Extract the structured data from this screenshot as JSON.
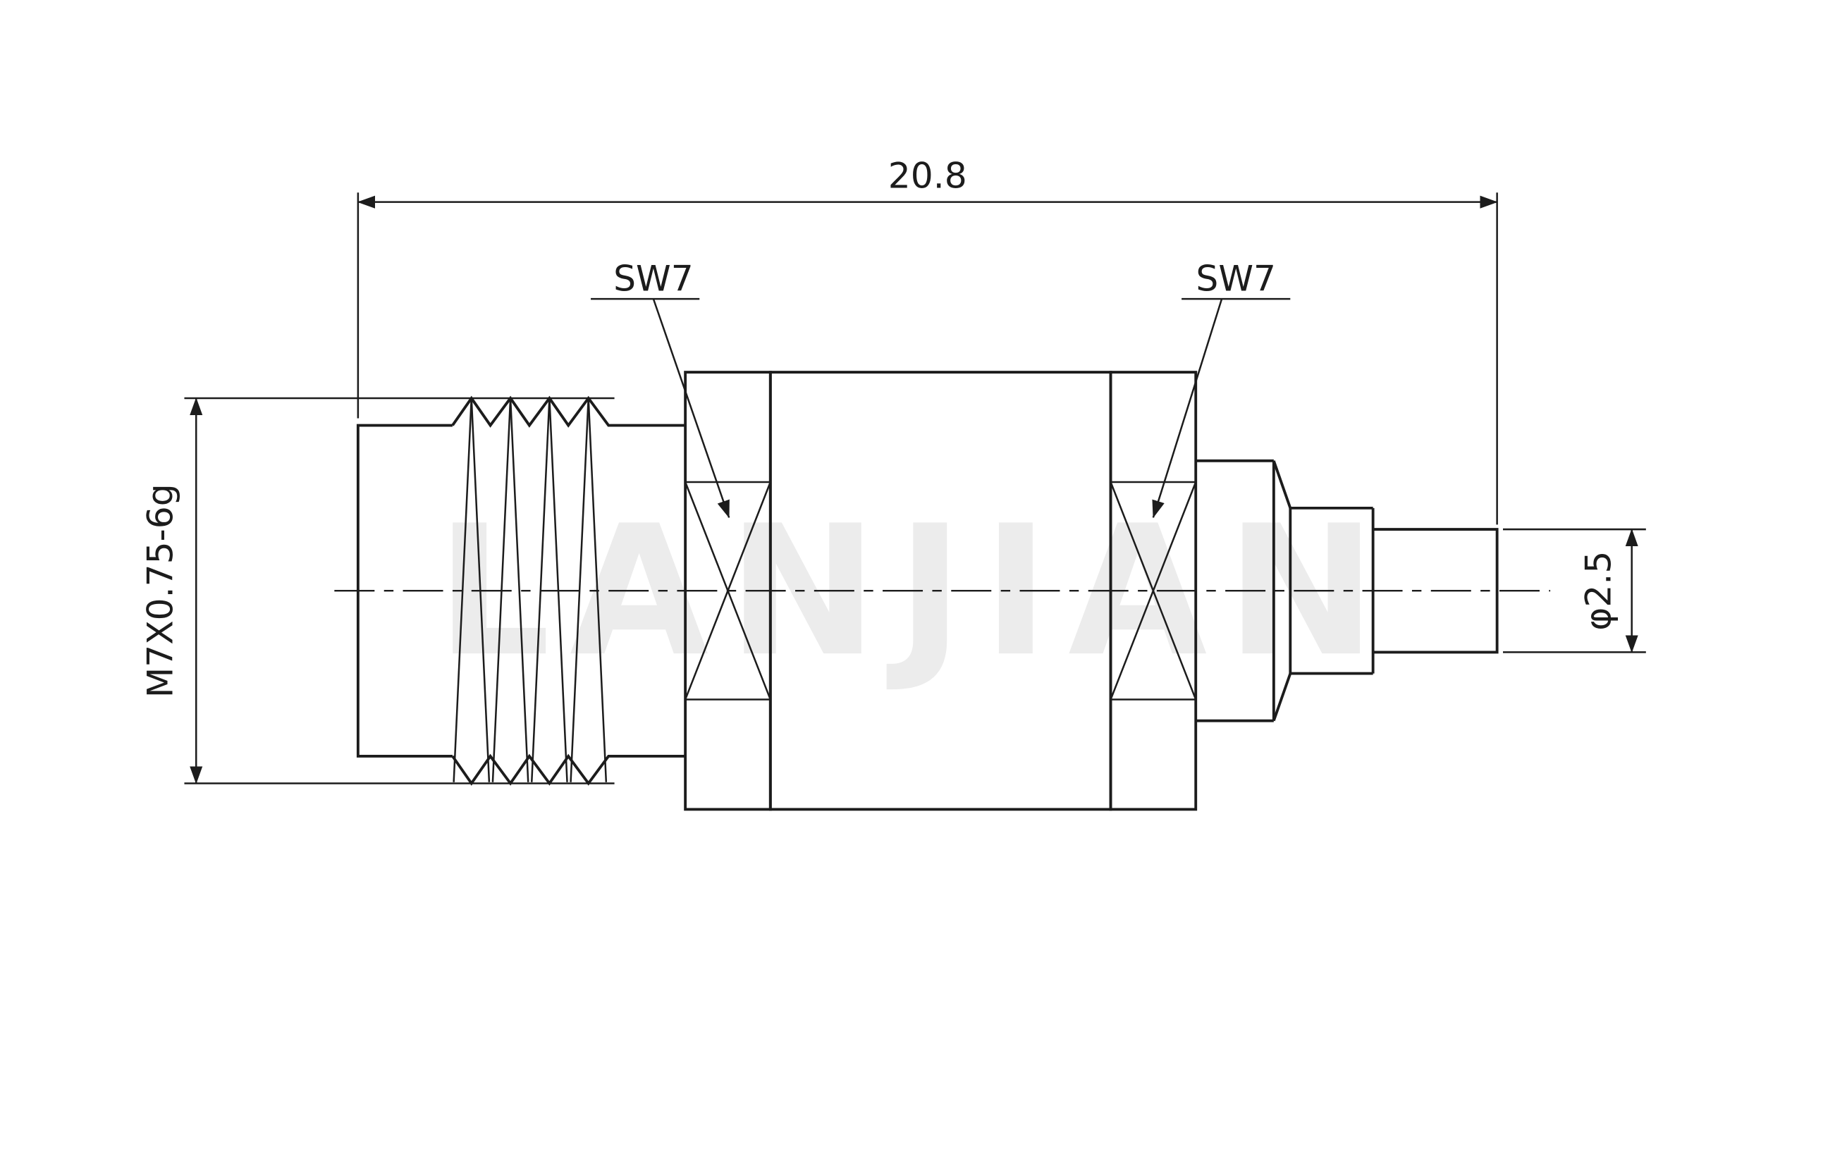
{
  "drawing": {
    "overall_length": "20.8",
    "thread_spec": "M7X0.75-6g",
    "tip_diameter": "φ2.5",
    "wrench_left": "SW7",
    "wrench_right": "SW7",
    "watermark": "LANJIAN",
    "colors": {
      "line": "#1c1c1c",
      "watermark": "#ececec",
      "background": "#ffffff"
    }
  }
}
